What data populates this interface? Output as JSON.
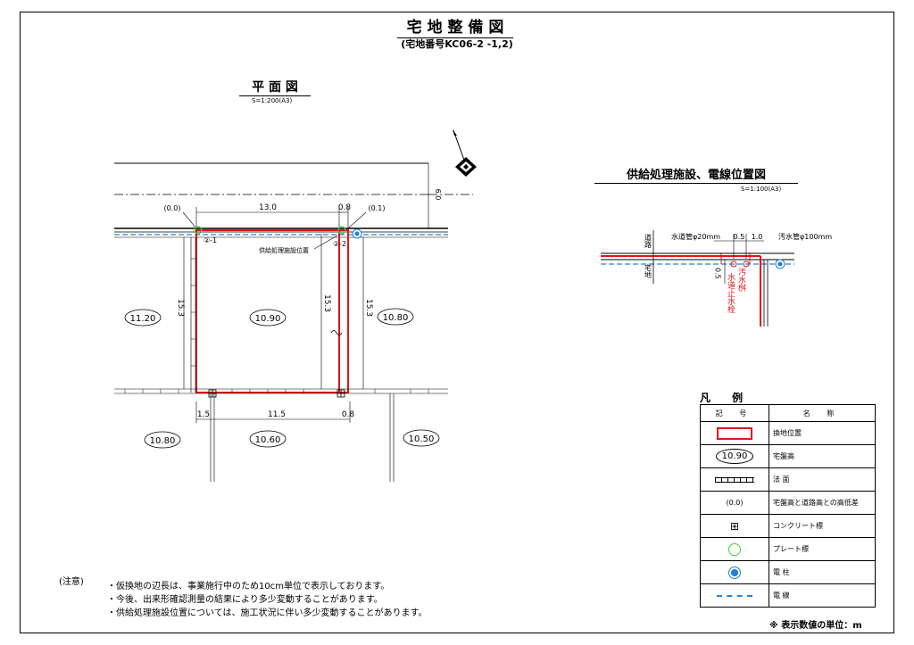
{
  "title": "宅 地 整 備 図",
  "subtitle": "(宅地番号KC06-2 -1,2)",
  "plan": {
    "title": "平 面 図",
    "scale": "S=1:200(A3)",
    "road_width": "6.0",
    "dim_top_main": "13.0",
    "dim_top_small": "0.8",
    "origin_left": "(0.0)",
    "origin_right": "(0.1)",
    "lot_left_id": "②-1",
    "lot_right_id": "②-2",
    "facility_label": "供給処理施設位置",
    "depth_left": "15.3",
    "depth_mid": "15.3",
    "depth_right": "15.3",
    "dim_bottom_left": "1.5",
    "dim_bottom_main": "11.5",
    "dim_bottom_right": "0.8",
    "elev_left": "11.20",
    "elev_center": "10.90",
    "elev_right": "10.80",
    "elev_bottom_left": "10.80",
    "elev_bottom_center": "10.60",
    "elev_bottom_right": "10.50"
  },
  "supply": {
    "title": "供給処理施設、電線位置図",
    "scale": "S=1:100(A3)",
    "road_label": "道路",
    "lot_label": "宅地",
    "water_pipe": "水道管φ20mm",
    "sewer_pipe": "汚水管φ100mm",
    "dim_a": "0.5",
    "dim_b": "1.0",
    "dim_c": "0.5",
    "water_valve": "水道止水栓",
    "sewer_basin": "汚水桝"
  },
  "legend": {
    "title": "凡 例",
    "col_symbol": "記 号",
    "col_name": "名 称",
    "rows": [
      {
        "symbol": "",
        "name": "換地位置"
      },
      {
        "symbol": "10.90",
        "name": "宅盤高"
      },
      {
        "symbol": "",
        "name": "法 面"
      },
      {
        "symbol": "(0.0)",
        "name": "宅盤高と道路高との高低差"
      },
      {
        "symbol": "",
        "name": "コンクリート標"
      },
      {
        "symbol": "",
        "name": "プレート標"
      },
      {
        "symbol": "",
        "name": "電 柱"
      },
      {
        "symbol": "",
        "name": "電 線"
      }
    ],
    "unit_note": "※ 表示数値の単位：m"
  },
  "notes": {
    "label": "(注意)",
    "items": [
      "・仮換地の辺長は、事業施行中のため10cm単位で表示しております。",
      "・今後、出来形確認測量の結果により多少変動することがあります。",
      "・供給処理施設位置については、施工状況に伴い多少変動することがあります。"
    ]
  },
  "colors": {
    "lot_outline": "#e0141b",
    "power_line": "#2a7fd6",
    "plate_marker": "#3ccf3c",
    "utility_pole": "#1d7fd8"
  }
}
